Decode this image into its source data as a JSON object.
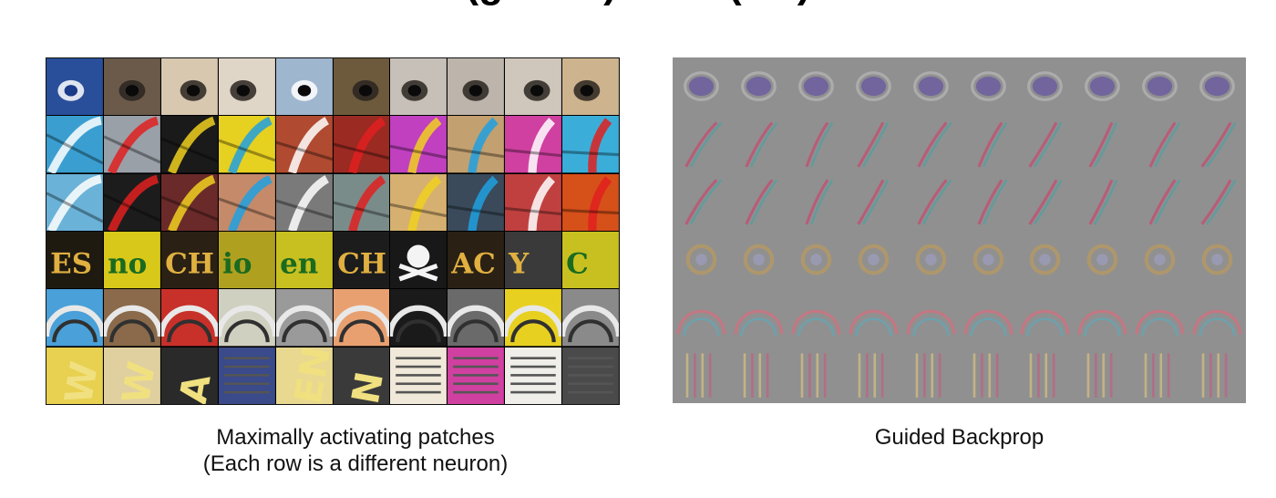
{
  "left_figure": {
    "caption_line1": "Maximally activating patches",
    "caption_line2": "(Each row is a different neuron)"
  },
  "right_figure": {
    "caption": "Guided Backprop"
  }
}
